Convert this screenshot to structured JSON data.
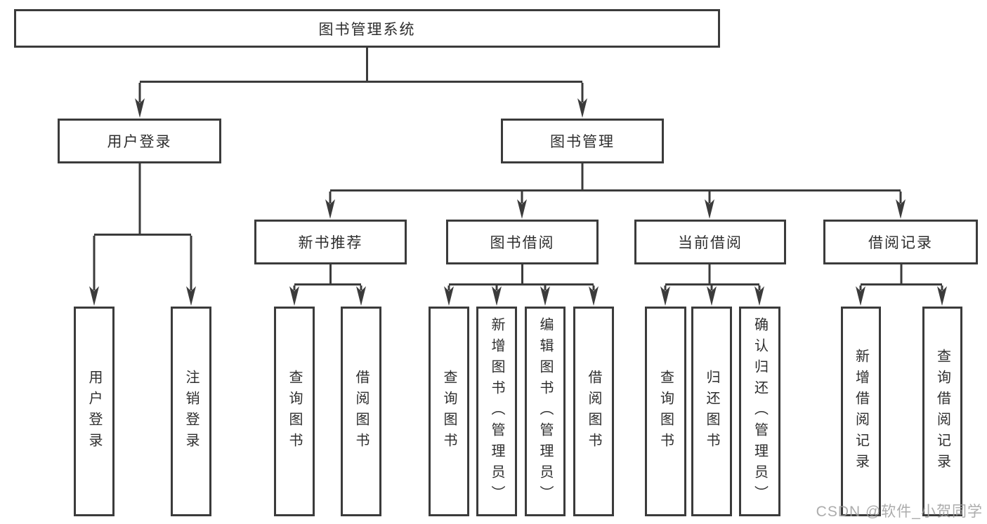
{
  "diagram": {
    "type": "hierarchy-tree",
    "colors": {
      "background": "#ffffff",
      "box_border": "#3b3b3b",
      "box_fill": "#ffffff",
      "connector": "#3b3b3b",
      "text": "#2e2e2e",
      "watermark": "#9e9e9e"
    }
  },
  "tree": {
    "root": {
      "label": "图书管理系统",
      "children": [
        {
          "label": "用户登录",
          "children": [
            {
              "label": "用户登录"
            },
            {
              "label": "注销登录"
            }
          ]
        },
        {
          "label": "图书管理",
          "children": [
            {
              "label": "新书推荐",
              "children": [
                {
                  "label": "查询图书"
                },
                {
                  "label": "借阅图书"
                }
              ]
            },
            {
              "label": "图书借阅",
              "children": [
                {
                  "label": "查询图书"
                },
                {
                  "label": "新增图书（管理员）"
                },
                {
                  "label": "编辑图书（管理员）"
                },
                {
                  "label": "借阅图书"
                }
              ]
            },
            {
              "label": "当前借阅",
              "children": [
                {
                  "label": "查询图书"
                },
                {
                  "label": "归还图书"
                },
                {
                  "label": "确认归还（管理员）"
                }
              ]
            },
            {
              "label": "借阅记录",
              "children": [
                {
                  "label": "新增借阅记录"
                },
                {
                  "label": "查询借阅记录"
                }
              ]
            }
          ]
        }
      ]
    }
  },
  "watermark": {
    "text": "CSDN @软件_小贺同学"
  }
}
